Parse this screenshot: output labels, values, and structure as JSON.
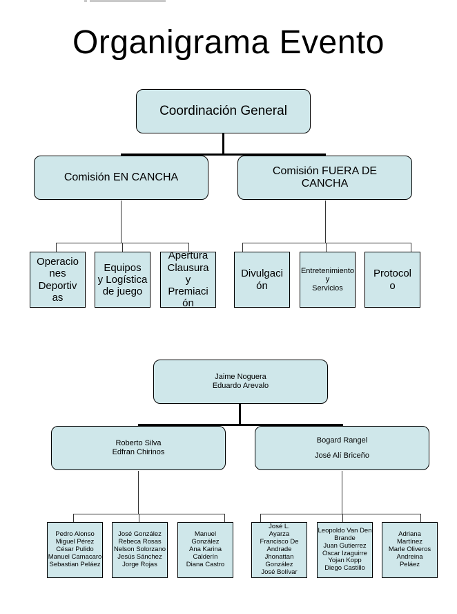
{
  "title": "Organigrama Evento",
  "chart1": {
    "root": "Coordinación General",
    "commissions": [
      {
        "label": "Comisión EN CANCHA",
        "teams": [
          "Operacio\nnes\nDeportiv\nas",
          "Equipos\ny Logística\nde juego",
          "Apertura\nClausura\ny\nPremiaci\nón"
        ]
      },
      {
        "label": "Comisión FUERA DE\nCANCHA",
        "teams": [
          "Divulgaci\nón",
          "Entretenimiento\ny\nServicios",
          "Protocol\no"
        ]
      }
    ]
  },
  "chart2": {
    "root": "Jaime Noguera\nEduardo Arevalo",
    "commissions": [
      {
        "label": "Roberto Silva\nEdfran Chirinos",
        "teams": [
          "Pedro Alonso\nMiguel Pérez\nCésar Pulido\nManuel Camacaro\nSebastian Peláez",
          "José González\nRebeca Rosas\nNelson Solorzano\nJesús Sánchez\nJorge Rojas",
          "Manuel\nGonzález\nAna Karina\nCalderín\nDiana Castro"
        ]
      },
      {
        "label": "Bogard Rangel\n\nJosé Alí Briceño",
        "teams": [
          "José L.\nAyarza\nFrancisco De\nAndrade\nJhonattan\nGonzález\nJosé Bolívar",
          "Leopoldo Van Den\nBrande\nJuan Gutierrez\nOscar Izaguirre\nYojan Kopp\nDiego Castillo",
          "Adriana\nMartínez\nMarle Oliveros\nAndreina\nPeláez"
        ]
      }
    ]
  }
}
